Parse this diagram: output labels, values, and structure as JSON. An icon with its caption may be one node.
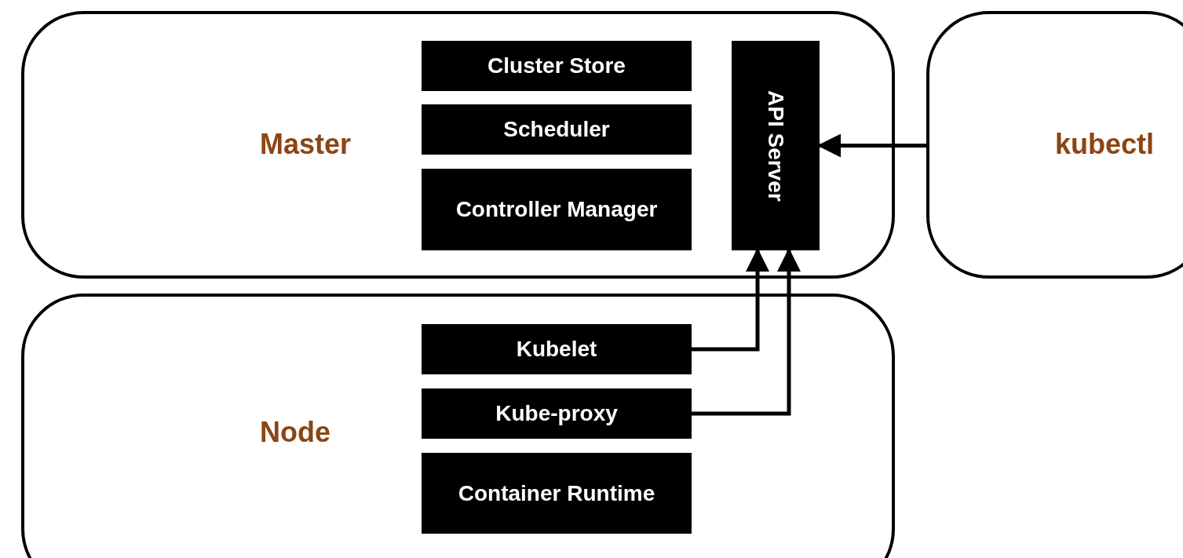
{
  "diagram": {
    "nodes": [
      {
        "text": [
          "Master"
        ]
      },
      {
        "text": [
          "Cluster Store"
        ],
        "in": 0
      },
      {
        "text": [
          "Scheduler"
        ],
        "in": 0
      },
      {
        "text": [
          "Controller Manager"
        ],
        "in": 0
      },
      {
        "text": [
          "API Server"
        ],
        "in": 0
      },
      {
        "text": [
          "kubectl"
        ]
      },
      {
        "text": [
          "Node"
        ]
      },
      {
        "text": [
          "Kubelet"
        ],
        "in": 6
      },
      {
        "text": [
          "Kube-proxy"
        ],
        "in": 6
      },
      {
        "text": [
          "Container Runtime"
        ],
        "in": 6
      }
    ],
    "edges": [
      {
        "from": 5,
        "to": 4,
        "arrow": "to"
      },
      {
        "from": 7,
        "to": 4,
        "arrow": "to"
      },
      {
        "from": 8,
        "to": 4,
        "arrow": "to"
      }
    ]
  }
}
